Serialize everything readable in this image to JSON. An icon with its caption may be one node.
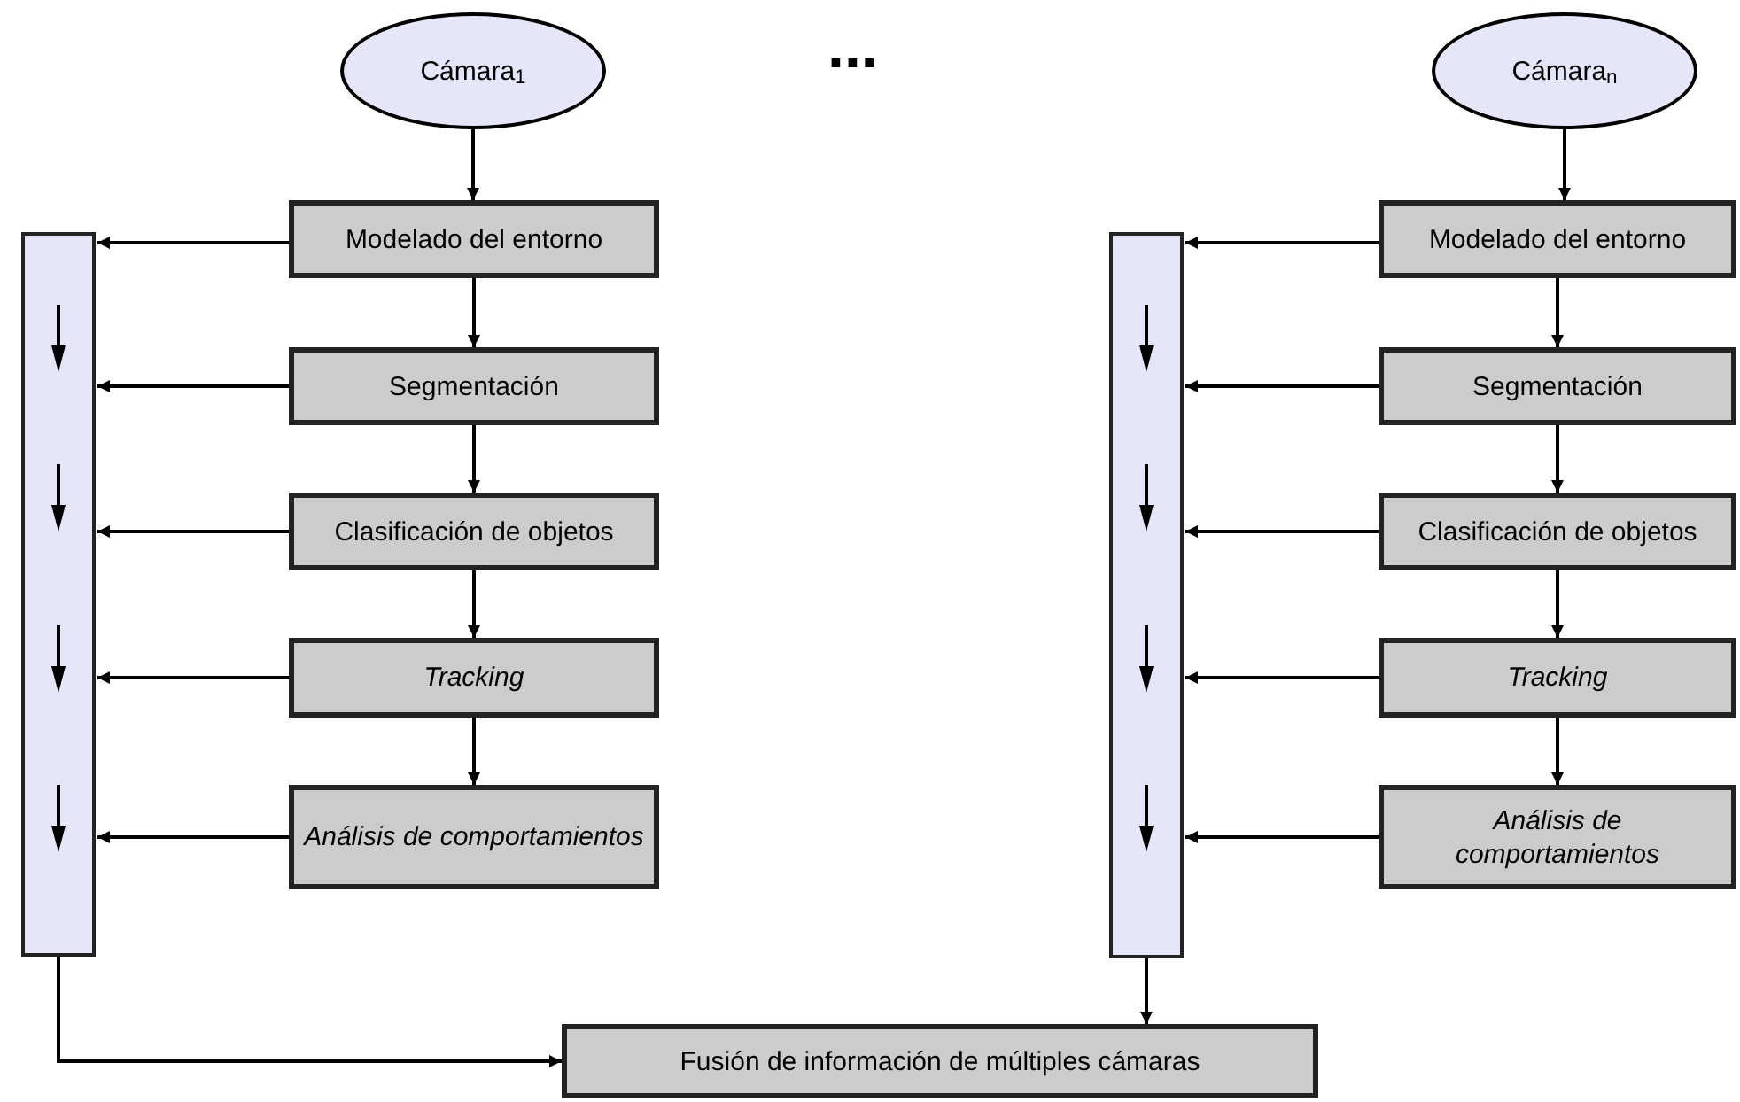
{
  "diagram": {
    "nodes": [
      {
        "text": [
          "Cámara$_{1}$"
        ]
      },
      {
        "text": [
          "Modelado del entorno"
        ]
      },
      {
        "text": [
          "Segmentación"
        ]
      },
      {
        "text": [
          "Clasificación de objetos"
        ]
      },
      {
        "text": [
          "Tracking"
        ]
      },
      {
        "text": [
          "Análisis de comportamientos"
        ]
      },
      {
        "text": [],
        "shape": "bar"
      },
      {
        "text": [
          "Cámara$_{n}$"
        ]
      },
      {
        "text": [
          "Modelado del entorno"
        ]
      },
      {
        "text": [
          "Segmentación"
        ]
      },
      {
        "text": [
          "Clasificación de objetos"
        ]
      },
      {
        "text": [
          "Tracking"
        ]
      },
      {
        "text": [
          "Análisis de comportamientos"
        ]
      },
      {
        "text": [],
        "shape": "bar"
      },
      {
        "text": [
          "Fusión de información de múltiples cámaras"
        ]
      }
    ],
    "edges": [
      {
        "from": 0,
        "to": 1,
        "arrow": "to"
      },
      {
        "from": 1,
        "to": 2,
        "arrow": "to"
      },
      {
        "from": 2,
        "to": 3,
        "arrow": "to"
      },
      {
        "from": 3,
        "to": 4,
        "arrow": "to"
      },
      {
        "from": 4,
        "to": 5,
        "arrow": "to"
      },
      {
        "from": 1,
        "to": 6,
        "arrow": "to"
      },
      {
        "from": 2,
        "to": 6,
        "arrow": "to"
      },
      {
        "from": 3,
        "to": 6,
        "arrow": "to"
      },
      {
        "from": 4,
        "to": 6,
        "arrow": "to"
      },
      {
        "from": 5,
        "to": 6,
        "arrow": "to"
      },
      {
        "from": 7,
        "to": 8,
        "arrow": "to"
      },
      {
        "from": 8,
        "to": 9,
        "arrow": "to"
      },
      {
        "from": 9,
        "to": 10,
        "arrow": "to"
      },
      {
        "from": 10,
        "to": 11,
        "arrow": "to"
      },
      {
        "from": 11,
        "to": 12,
        "arrow": "to"
      },
      {
        "from": 8,
        "to": 13,
        "arrow": "to"
      },
      {
        "from": 9,
        "to": 13,
        "arrow": "to"
      },
      {
        "from": 10,
        "to": 13,
        "arrow": "to"
      },
      {
        "from": 11,
        "to": 13,
        "arrow": "to"
      },
      {
        "from": 12,
        "to": 13,
        "arrow": "to"
      },
      {
        "from": 6,
        "to": 14,
        "arrow": "to"
      },
      {
        "from": 13,
        "to": 14,
        "arrow": "to"
      }
    ],
    "labels": [
      "..."
    ]
  }
}
